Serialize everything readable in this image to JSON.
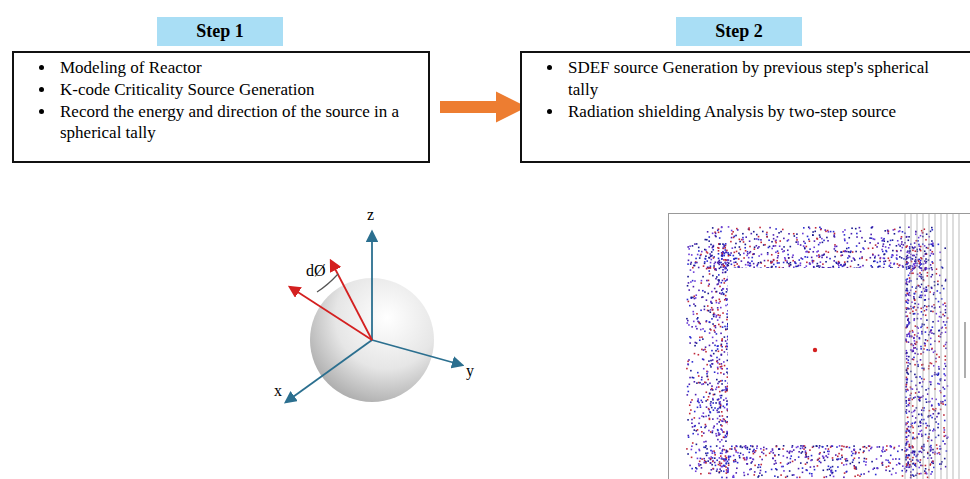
{
  "diagram": {
    "nodes": [
      {
        "text": [
          "Step 1"
        ]
      },
      {
        "text": [
          "Modeling of Reactor",
          "K-code Criticality Source Generation",
          "Record the energy and direction of the source in a spherical tally"
        ]
      },
      {
        "text": [
          "Step 2"
        ]
      },
      {
        "text": [
          "SDEF source Generation by previous step's spherical tally",
          "Radiation shielding Analysis by two-step source"
        ]
      }
    ],
    "edges": [
      {
        "from": 1,
        "to": 3,
        "arrow": "to"
      }
    ],
    "labels": [
      "z",
      "dØ",
      "y",
      "x"
    ]
  }
}
